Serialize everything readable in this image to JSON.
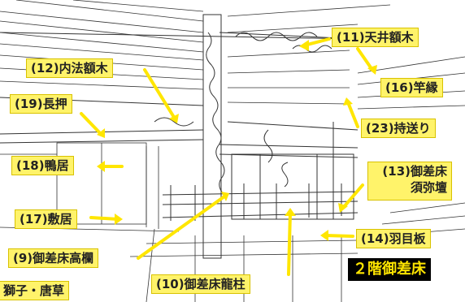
{
  "colors": {
    "label_fill": "#fff36a",
    "arrow": "#ffe600",
    "badge_bg": "#000000",
    "badge_text": "#ffe600",
    "line": "#333333"
  },
  "labels": {
    "l11": "(11)天井額木",
    "l12": "(12)内法額木",
    "l16": "(16)竿縁",
    "l19": "(19)長押",
    "l23": "(23)持送り",
    "l13a": "(13)御差床",
    "l13b": "須弥壇",
    "l18": "(18)鴨居",
    "l17": "(17)敷居",
    "l14": "(14)羽目板",
    "l9": "(9)御差床高欄",
    "l10": "(10)御差床龍柱",
    "l_shishi": "獅子・唐草"
  },
  "title": "２階御差床"
}
